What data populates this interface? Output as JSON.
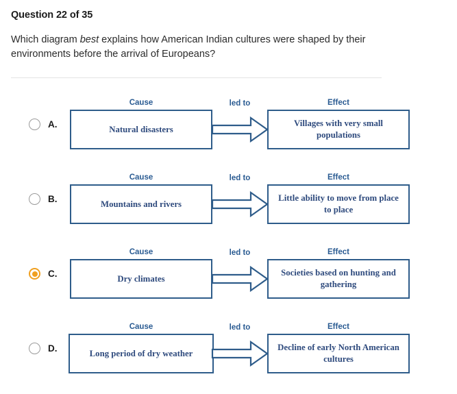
{
  "question": {
    "header": "Question 22 of 35",
    "text_before_emphasis": "Which diagram ",
    "emphasis": "best",
    "text_after_emphasis": " explains how American Indian cultures were shaped by their environments before the arrival of Europeans?"
  },
  "diagram_labels": {
    "cause": "Cause",
    "effect": "Effect",
    "connector": "led to"
  },
  "colors": {
    "box_border": "#2e5c8a",
    "box_text": "#2e4a7d",
    "header_label": "#2a5b92",
    "radio_selected": "#f0a020",
    "radio_unselected": "#9a9a9a",
    "divider": "#e4e4e4"
  },
  "selected_option": "C",
  "options": [
    {
      "letter": "A.",
      "selected": false,
      "cause": "Natural disasters",
      "effect": "Villages with very small populations"
    },
    {
      "letter": "B.",
      "selected": false,
      "cause": "Mountains and rivers",
      "effect": "Little ability to move from place to place"
    },
    {
      "letter": "C.",
      "selected": true,
      "cause": "Dry climates",
      "effect": "Societies based on hunting and gathering"
    },
    {
      "letter": "D.",
      "selected": false,
      "cause": "Long period of dry weather",
      "effect": "Decline of early North American cultures"
    }
  ]
}
